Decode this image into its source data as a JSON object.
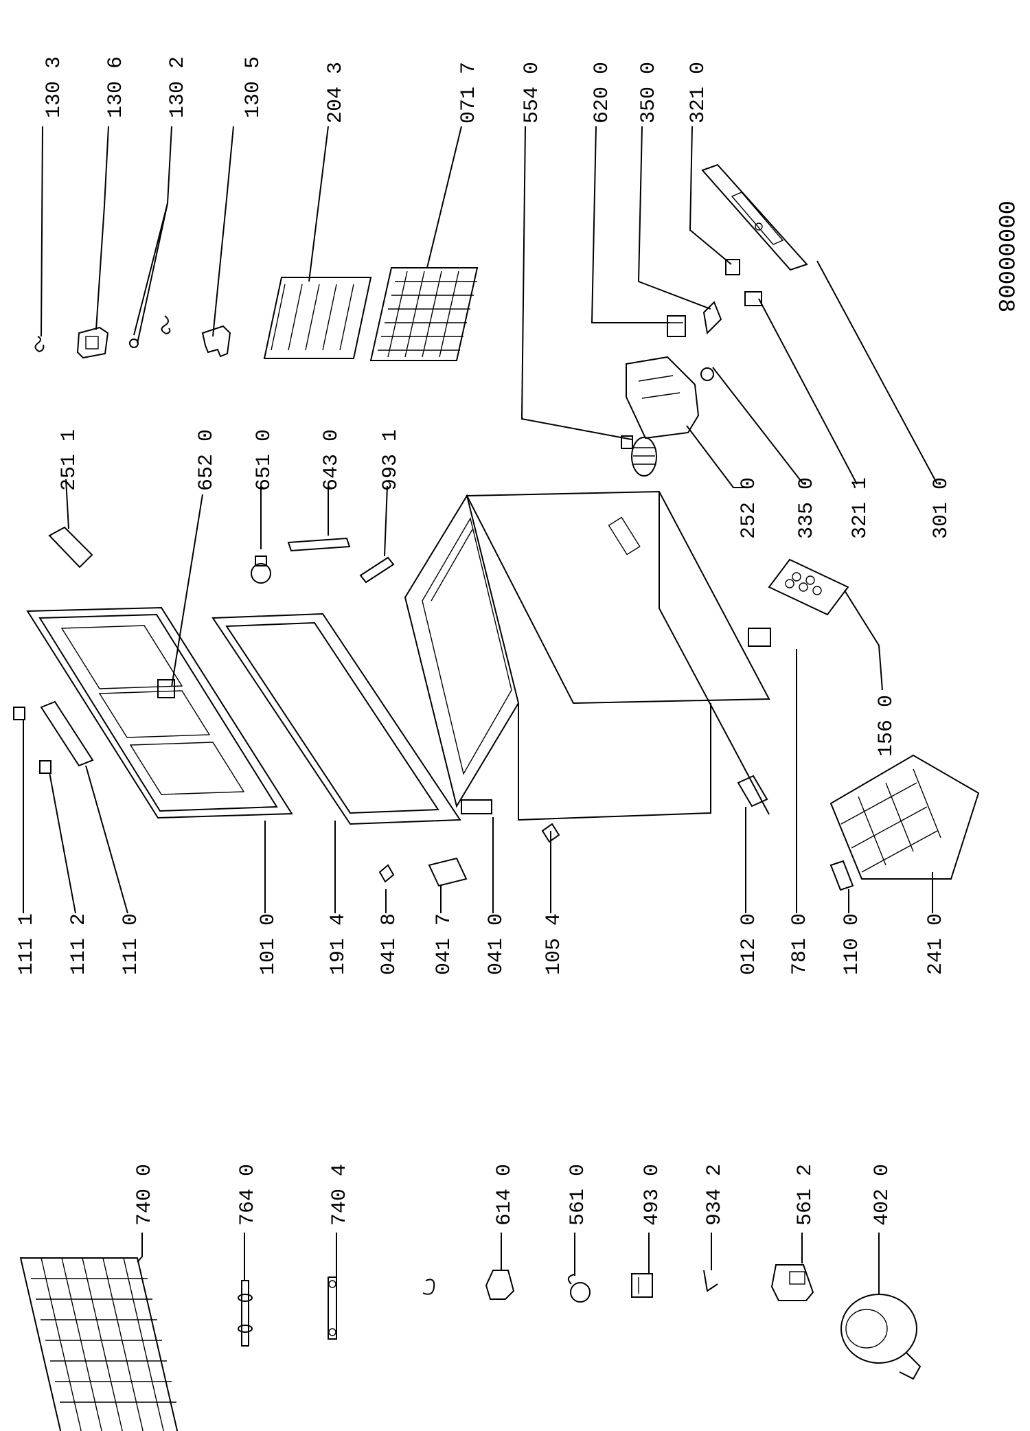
{
  "drawing": {
    "sheet_id": "00000008",
    "parts": {
      "p1303": "130 3",
      "p1306": "130 6",
      "p1302": "130 2",
      "p1305": "130 5",
      "p2043": "204 3",
      "p0717": "071 7",
      "p5540": "554 0",
      "p6200": "620 0",
      "p3500": "350 0",
      "p3210": "321 0",
      "p2511": "251 1",
      "p6520": "652 0",
      "p6510": "651 0",
      "p6430": "643 0",
      "p9931": "993 1",
      "p2520": "252 0",
      "p3350": "335 0",
      "p3211": "321 1",
      "p3010": "301 0",
      "p1560": "156 0",
      "p1111": "111 1",
      "p1112": "111 2",
      "p1110": "111 0",
      "p1010": "101 0",
      "p1914": "191 4",
      "p0418": "041 8",
      "p0417": "041 7",
      "p0410": "041 0",
      "p1054": "105 4",
      "p0120": "012 0",
      "p7810": "781 0",
      "p1100": "110 0",
      "p2410": "241 0",
      "p7400": "740 0",
      "p7640": "764 0",
      "p7404": "740 4",
      "p6140": "614 0",
      "p5610": "561 0",
      "p4930": "493 0",
      "p9342": "934 2",
      "p5612": "561 2",
      "p4020": "402 0"
    }
  }
}
